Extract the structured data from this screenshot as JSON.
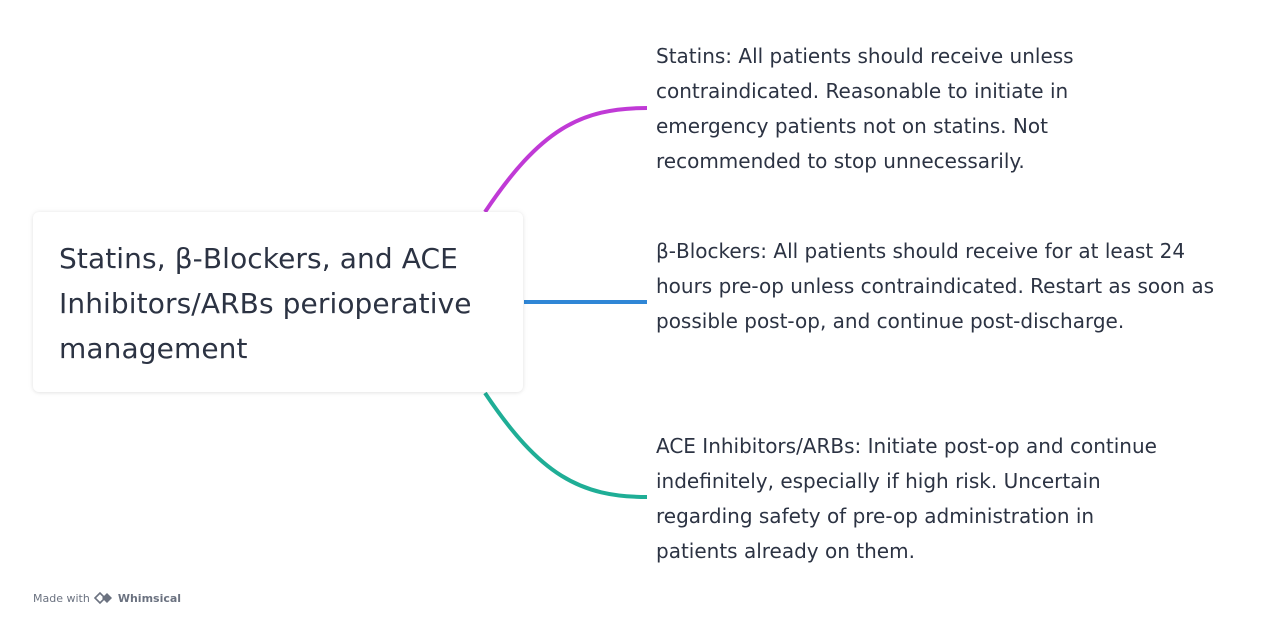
{
  "diagram": {
    "center": {
      "title": "Statins, β-Blockers, and ACE Inhibitors/ARBs perioperative management"
    },
    "branches": [
      {
        "text": "Statins: All patients should receive unless contraindicated. Reasonable to initiate in emergency patients not on statins. Not recommended to stop unnecessarily.",
        "color": "#c03ad6"
      },
      {
        "text": "β-Blockers: All patients should receive for at least 24 hours pre-op unless contraindicated. Restart as soon as possible post-op, and continue post-discharge.",
        "color": "#2f86d6"
      },
      {
        "text": "ACE Inhibitors/ARBs: Initiate post-op and continue indefinitely, especially if high risk. Uncertain regarding safety of pre-op administration in patients already on them.",
        "color": "#1fae96"
      }
    ]
  },
  "footer": {
    "made_with": "Made with",
    "brand": "Whimsical",
    "logo_icon": "whimsical-logo-icon"
  }
}
